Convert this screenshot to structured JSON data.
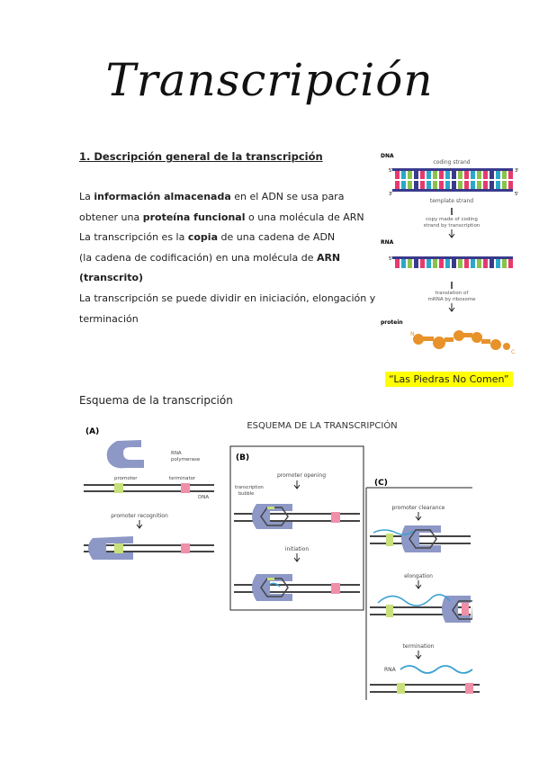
{
  "title": "Transcripción",
  "section1": {
    "heading": "1. Descripción general de la transcripción",
    "line1": {
      "pre": "La ",
      "b1": "información almacenada",
      "mid": " en el ADN se usa para"
    },
    "line2": {
      "pre": "obtener una ",
      "b1": "proteína funcional",
      "post": " o una molécula de ARN"
    },
    "line3": {
      "pre": "La transcripción es la ",
      "b1": "copia",
      "post": " de una cadena de ADN"
    },
    "line4": {
      "pre": "(la cadena de codificación) en una molécula de ",
      "b1": "ARN"
    },
    "line5": "(transcrito)",
    "line6": "La transcripción se puede dividir en iniciación, elongación y",
    "line7": "terminación"
  },
  "mnemonic": "“Las Piedras No Comen”",
  "section2_heading": "Esquema de la transcripción",
  "top_figure": {
    "dna_label": "DNA",
    "coding_strand": "coding strand",
    "template_strand": "template strand",
    "five_prime": "5'",
    "three_prime": "3'",
    "copy_caption_1": "copy made of coding",
    "copy_caption_2": "strand by transcription",
    "rna_label": "RNA",
    "translation_caption_1": "translation of",
    "translation_caption_2": "mRNA by ribosome",
    "protein_label": "protein",
    "n_label": "N",
    "c_label": "C"
  },
  "schema": {
    "title": "ESQUEMA DE LA TRANSCRIPCIÓN",
    "panel_a": "(A)",
    "panel_b": "(B)",
    "panel_c": "(C)",
    "rna_polymerase_1": "RNA",
    "rna_polymerase_2": "polymerase",
    "promoter": "promoter",
    "terminator": "terminator",
    "dna": "DNA",
    "promoter_recognition": "promoter recognition",
    "promoter_opening": "promoter opening",
    "transcription_bubble_1": "transcription",
    "transcription_bubble_2": "bubble",
    "initiation": "initiation",
    "promoter_clearance": "promoter clearance",
    "elongation": "elongation",
    "termination": "termination",
    "rna": "RNA"
  }
}
